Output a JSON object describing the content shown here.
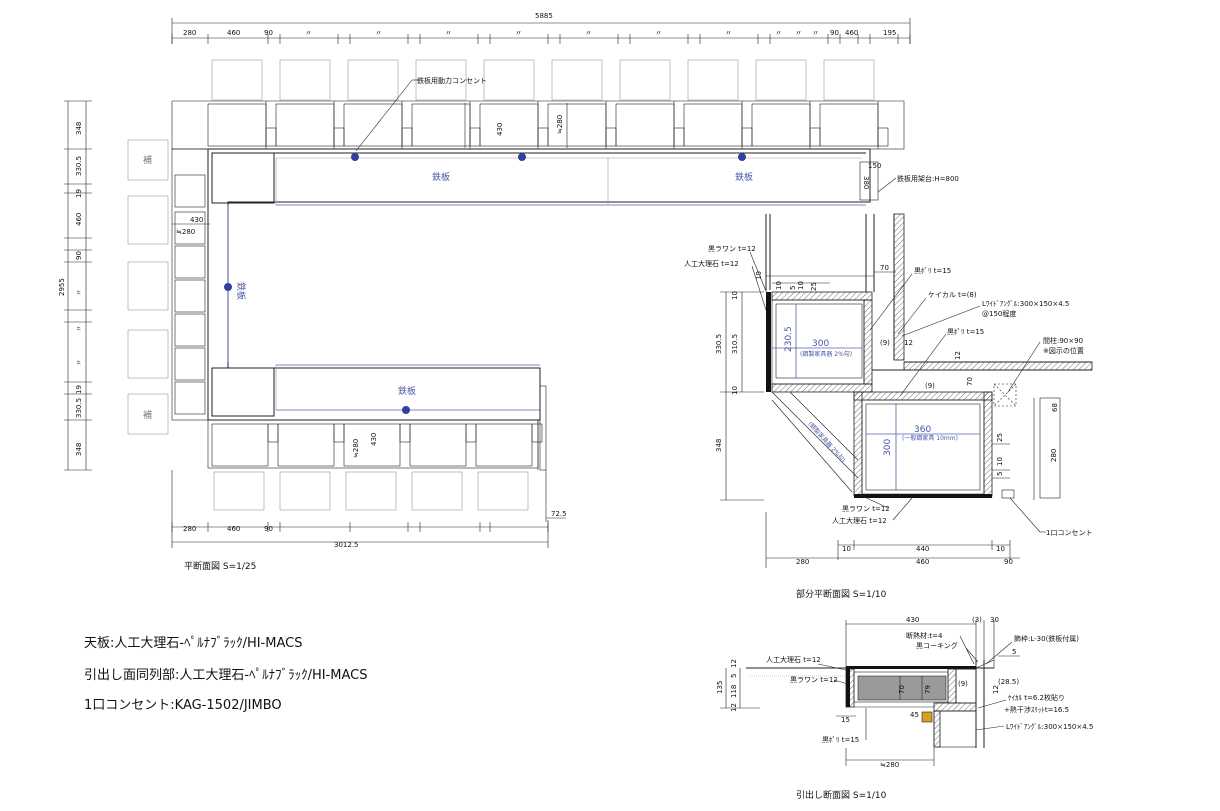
{
  "plan": {
    "title": "平断面図 S=1/25",
    "top_total": "5885",
    "top_dims": [
      "280",
      "460",
      "90",
      "〃",
      "〃",
      "〃",
      "〃",
      "〃",
      "〃",
      "〃",
      "〃",
      "〃",
      "〃",
      "90",
      "460",
      "195"
    ],
    "left_total": "2955",
    "left_dims": [
      "348",
      "330.5",
      "19",
      "460",
      "90",
      "〃",
      "〃",
      "〃",
      "19",
      "330.5",
      "348"
    ],
    "bottom_total": "3012.5",
    "bottom_dims": [
      "280",
      "460",
      "90"
    ],
    "dim_725": "72.5",
    "dim_430_a": "430",
    "dim_280_a": "≒280",
    "dim_430_b": "430",
    "dim_280_b": "≒280",
    "dim_430_c": "430",
    "dim_280_c": "≒280",
    "dim_150": "150",
    "dim_380": "380",
    "label_power_outlet": "鉄板用動力コンセント",
    "label_iron_stand": "鉄板用架台:H=800",
    "label_iron": "鉄板",
    "label_ho": "補"
  },
  "partial_plan": {
    "title": "部分平断面図 S=1/10",
    "labels": {
      "kurorawn_top": "黒ラワン t=12",
      "marble_top": "人工大理石 t=12",
      "kuropori_a": "黒ﾎﾟﾘ t=15",
      "keikaru": "ケイカル t=(8)",
      "l_angle": "Lﾜｲﾄﾞｱﾝｸﾞﾙ:300×150×4.5",
      "pitch": "@150程度",
      "kuropori_b": "黒ﾎﾟﾘ t=15",
      "column": "間柱:90×90",
      "column_note": "※図示の位置",
      "kurorawn_bot": "黒ラワン t=12",
      "marble_bot": "人工大理石 t=12",
      "outlet": "1口コンセント"
    },
    "dims": {
      "d70": "70",
      "d19": "19",
      "d10a": "10",
      "d5a": "5",
      "d10b": "10",
      "d25a": "25",
      "d3305": "330.5",
      "d3105": "310.5",
      "d2305": "230.5",
      "d300a": "300",
      "d9a": "(9)",
      "d12a": "12",
      "d12b": "12",
      "d10c": "10",
      "d70b": "70",
      "d9b": "(9)",
      "d360": "360",
      "d300b": "300",
      "d348": "348",
      "d25b": "25",
      "d10d": "10",
      "d5b": "5",
      "d68": "68",
      "d280": "280",
      "b10a": "10",
      "b440": "440",
      "b10b": "10",
      "b280": "280",
      "b460": "460",
      "b90": "90"
    },
    "small_notes": {
      "n1": "(鋼製家具器 2%勾)",
      "n2": "(一般鋼家具 10mm)"
    }
  },
  "section": {
    "title": "引出し断面図 S=1/10",
    "labels": {
      "marble": "人工大理石 t=12",
      "kurorawn": "黒ラワン t=12",
      "kuropori": "黒ﾎﾟﾘ t=15",
      "insulation": "断熱材:t=4",
      "caulk": "黒コーキング",
      "frame": "飾枠:L-30(鉄板付属)",
      "keikaru": "ｹｲｶﾙ t=6.2枚貼り",
      "slit": "+熱干渉ｽﾘｯﾄt=16.5",
      "l_angle": "Lﾜｲﾄﾞｱﾝｸﾞﾙ:300×150×4.5"
    },
    "dims": {
      "d430": "430",
      "d3": "(3)",
      "d30": "30",
      "d5": "5",
      "d12a": "12",
      "d5b": "5",
      "d12b": "12",
      "d135": "135",
      "d118": "118",
      "d70": "70",
      "d79": "79",
      "d9": "(9)",
      "d285": "(28.5)",
      "d12c": "12",
      "d15": "15",
      "d280": "≒280",
      "d45": "45"
    }
  },
  "notes": {
    "line1": "天板:人工大理石-ﾍﾟﾙﾅﾌﾞﾗｯｸ/HI-MACS",
    "line2": "引出し面同列部:人工大理石-ﾍﾟﾙﾅﾌﾞﾗｯｸ/HI-MACS",
    "line3": "1口コンセント:KAG-1502/JIMBO"
  },
  "colors": {
    "line": "#222222",
    "accent_blue": "#4a55a8"
  }
}
